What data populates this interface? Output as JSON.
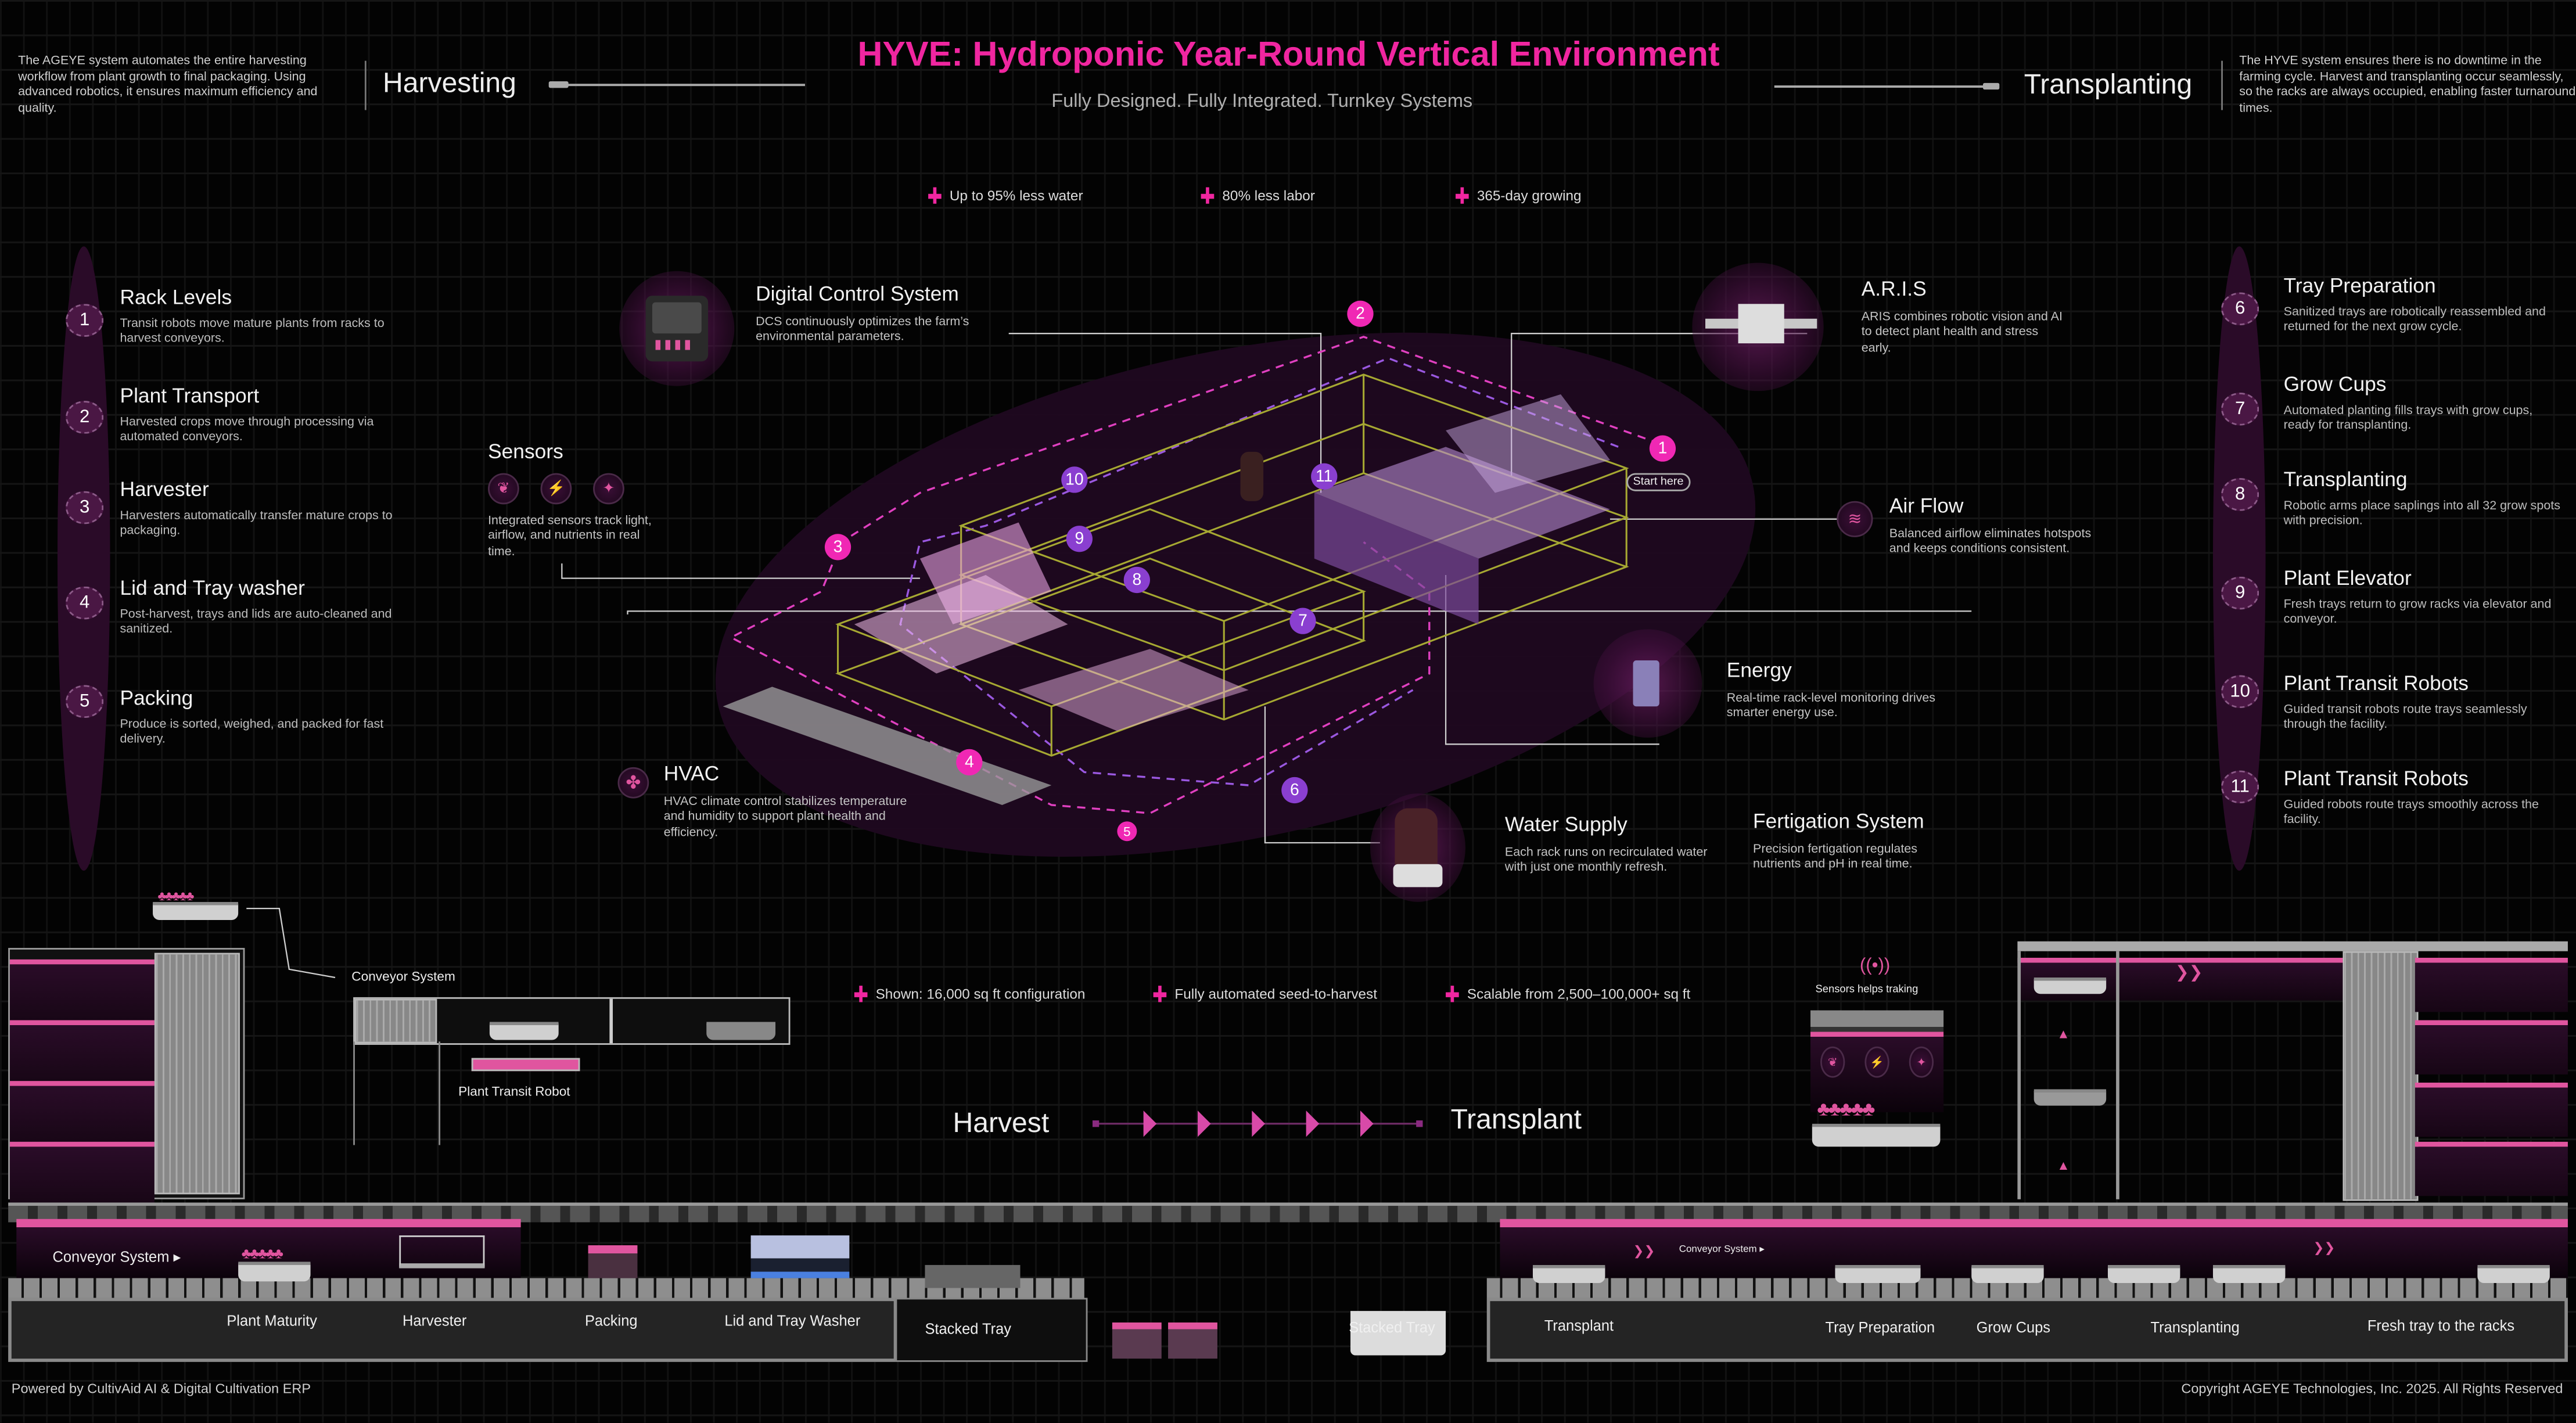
{
  "header": {
    "title": "HYVE: Hydroponic Year-Round Vertical Environment",
    "subtitle": "Fully Designed. Fully Integrated. Turnkey Systems",
    "left_intro": "The AGEYE system automates the entire harvesting workflow from plant growth to final packaging. Using advanced robotics, it ensures maximum efficiency and quality.",
    "left_label": "Harvesting",
    "right_label": "Transplanting",
    "right_intro": "The HYVE system ensures  there is no downtime in the farming cycle. Harvest and transplanting occur seamlessly, so the racks are always occupied, enabling faster turnaround times."
  },
  "highlights": [
    "Up to 95% less water",
    "80% less labor",
    "365-day growing"
  ],
  "harvest_steps": [
    {
      "num": "1",
      "title": "Rack Levels",
      "desc": "Transit robots move mature plants from racks to harvest conveyors."
    },
    {
      "num": "2",
      "title": "Plant Transport",
      "desc": "Harvested crops move through processing via automated conveyors."
    },
    {
      "num": "3",
      "title": "Harvester",
      "desc": "Harvesters automatically transfer mature crops to packaging."
    },
    {
      "num": "4",
      "title": "Lid and Tray washer",
      "desc": "Post-harvest, trays and lids are auto-cleaned and sanitized."
    },
    {
      "num": "5",
      "title": "Packing",
      "desc": "Produce is sorted, weighed, and packed for fast delivery."
    }
  ],
  "transplant_steps": [
    {
      "num": "6",
      "title": "Tray Preparation",
      "desc": "Sanitized trays are robotically reassembled and returned for the next grow cycle."
    },
    {
      "num": "7",
      "title": "Grow Cups",
      "desc": "Automated planting fills trays with grow cups, ready for transplanting."
    },
    {
      "num": "8",
      "title": "Transplanting",
      "desc": "Robotic arms place saplings into all 32 grow spots with precision."
    },
    {
      "num": "9",
      "title": "Plant Elevator",
      "desc": "Fresh trays return to grow racks via elevator and conveyor."
    },
    {
      "num": "10",
      "title": "Plant Transit Robots",
      "desc": "Guided transit robots route trays seamlessly through the facility."
    },
    {
      "num": "11",
      "title": "Plant Transit Robots",
      "desc": "Guided robots route trays smoothly across the facility."
    }
  ],
  "features": {
    "dcs": {
      "title": "Digital Control System",
      "desc": "DCS continuously optimizes the farm’s environmental parameters."
    },
    "sensors": {
      "title": "Sensors",
      "desc": "Integrated sensors track light, airflow, and nutrients in real time."
    },
    "hvac": {
      "title": "HVAC",
      "desc": "HVAC climate control stabilizes temperature and humidity to support plant health and efficiency."
    },
    "aris": {
      "title": "A.R.I.S",
      "desc": "ARIS combines robotic vision and AI to detect plant health and stress early."
    },
    "airflow": {
      "title": "Air Flow",
      "desc": "Balanced airflow eliminates hotspots and keeps conditions consistent."
    },
    "energy": {
      "title": "Energy",
      "desc": "Real-time rack-level monitoring drives smarter energy use."
    },
    "water": {
      "title": "Water Supply",
      "desc": "Each rack runs on recirculated water with just one monthly refresh."
    },
    "fertigation": {
      "title": "Fertigation System",
      "desc": "Precision fertigation regulates nutrients and pH in real time."
    }
  },
  "map_markers": [
    "1",
    "2",
    "3",
    "4",
    "5",
    "6",
    "7",
    "8",
    "9",
    "10",
    "11"
  ],
  "start_label": "Start here",
  "bottom_highlights": [
    "Shown: 16,000 sq ft configuration",
    "Fully automated seed-to-harvest",
    "Scalable from 2,500–100,000+ sq ft"
  ],
  "flow": {
    "from": "Harvest",
    "to": "Transplant"
  },
  "diagram": {
    "conveyor_label": "Conveyor System",
    "robot_label": "Plant Transit Robot",
    "sensor_label": "Sensors helps traking",
    "conveyor_left": "Conveyor System",
    "conveyor_right": "Conveyor System",
    "stations": [
      "Plant Maturity",
      "Harvester",
      "Packing",
      "Lid and Tray Washer",
      "Stacked Tray",
      "Stacked Tray",
      "Transplant",
      "Tray Preparation",
      "Grow Cups",
      "Transplanting",
      "Fresh tray to the racks"
    ]
  },
  "footer": {
    "left": "Powered by CultivAid AI & Digital Cultivation ERP",
    "right": "Copyright AGEYE Technologies, Inc. 2025. All Rights Reserved"
  },
  "colors": {
    "accent": "#f026a0",
    "marker_harvest": "#f028b4",
    "marker_transplant": "#8a3fd0",
    "frame": "#a6a832",
    "background": "#030303"
  }
}
